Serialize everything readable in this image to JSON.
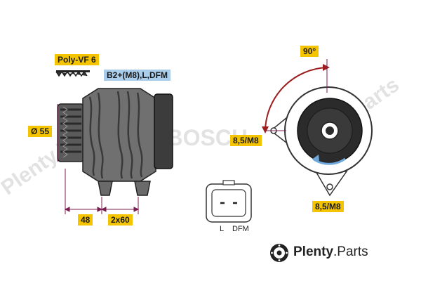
{
  "labels": {
    "belt_type": "Poly-VF 6",
    "terminals": "B2+(M8),L,DFM",
    "pulley_diameter": "Ø 55",
    "dim_48": "48",
    "dim_2x60": "2x60",
    "angle": "90°",
    "mount_upper": "8,5/M8",
    "mount_lower": "8,5/M8",
    "connector_l": "L",
    "connector_dfm": "DFM"
  },
  "watermark": {
    "bosch": "© BOSCH",
    "plenty": "Plenty.Parts"
  },
  "brand": {
    "name": "Plenty",
    "suffix": ".Parts"
  },
  "colors": {
    "yellow_label": "#f5c400",
    "blue_label": "#a9cdea",
    "dimension_line": "#7a1e52",
    "rotation_arrow_red": "#9b1d1d",
    "rotation_arrow_blue": "#6fa8dc",
    "body_gray": "#6e6e6e"
  }
}
